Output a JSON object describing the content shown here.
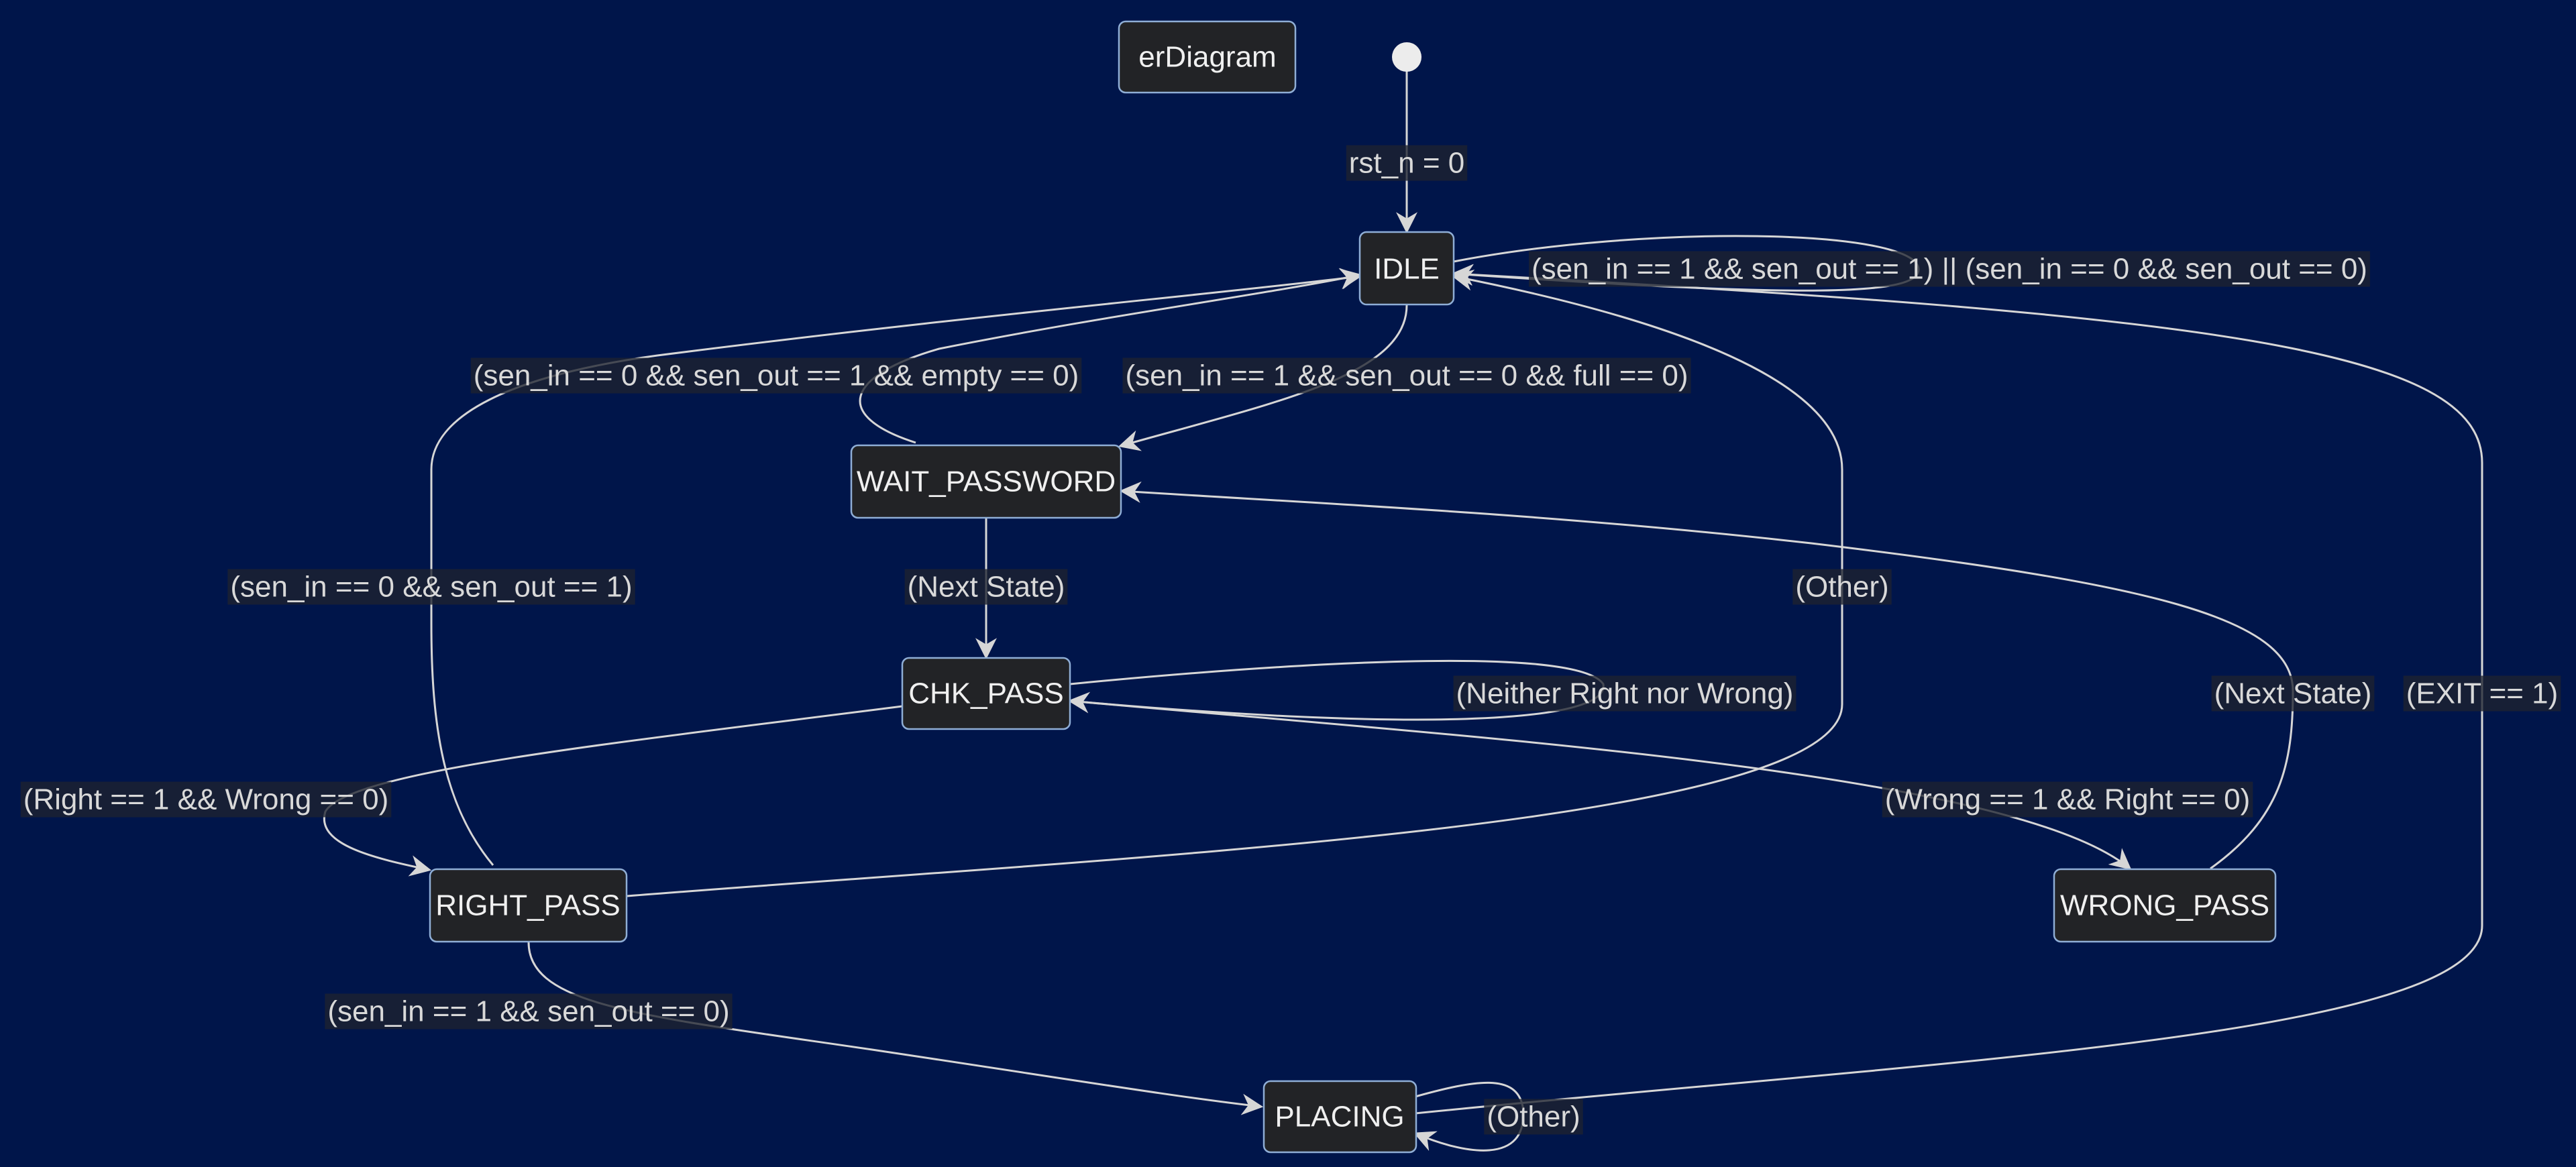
{
  "diagram": {
    "type": "state-diagram",
    "colors": {
      "background": "#00154a",
      "state_fill": "#222326",
      "state_border": "#8faed6",
      "edge": "#d6d6d6",
      "text": "#f0f0f0"
    },
    "standalone_box": "erDiagram",
    "states": {
      "idle": "IDLE",
      "wait_password": "WAIT_PASSWORD",
      "chk_pass": "CHK_PASS",
      "right_pass": "RIGHT_PASS",
      "wrong_pass": "WRONG_PASS",
      "placing": "PLACING"
    },
    "transitions": {
      "start_to_idle": "rst_n = 0",
      "idle_self": "(sen_in == 1 && sen_out == 1) || (sen_in == 0 && sen_out == 0)",
      "wait_to_idle": "(sen_in == 0 && sen_out == 1 && empty == 0)",
      "idle_to_wait": "(sen_in == 1 && sen_out == 0 && full == 0)",
      "right_to_idle": "(sen_in == 0 && sen_out == 1)",
      "wait_to_chk": "(Next State)",
      "rightpass_other_to_idle": "(Other)",
      "chk_self": "(Neither Right nor Wrong)",
      "wrong_to_wait": "(Next State)",
      "placing_exit_to_idle": "(EXIT == 1)",
      "chk_to_right": "(Right == 1 && Wrong == 0)",
      "chk_to_wrong": "(Wrong == 1 && Right == 0)",
      "right_to_placing": "(sen_in == 1 && sen_out == 0)",
      "placing_self": "(Other)"
    }
  }
}
